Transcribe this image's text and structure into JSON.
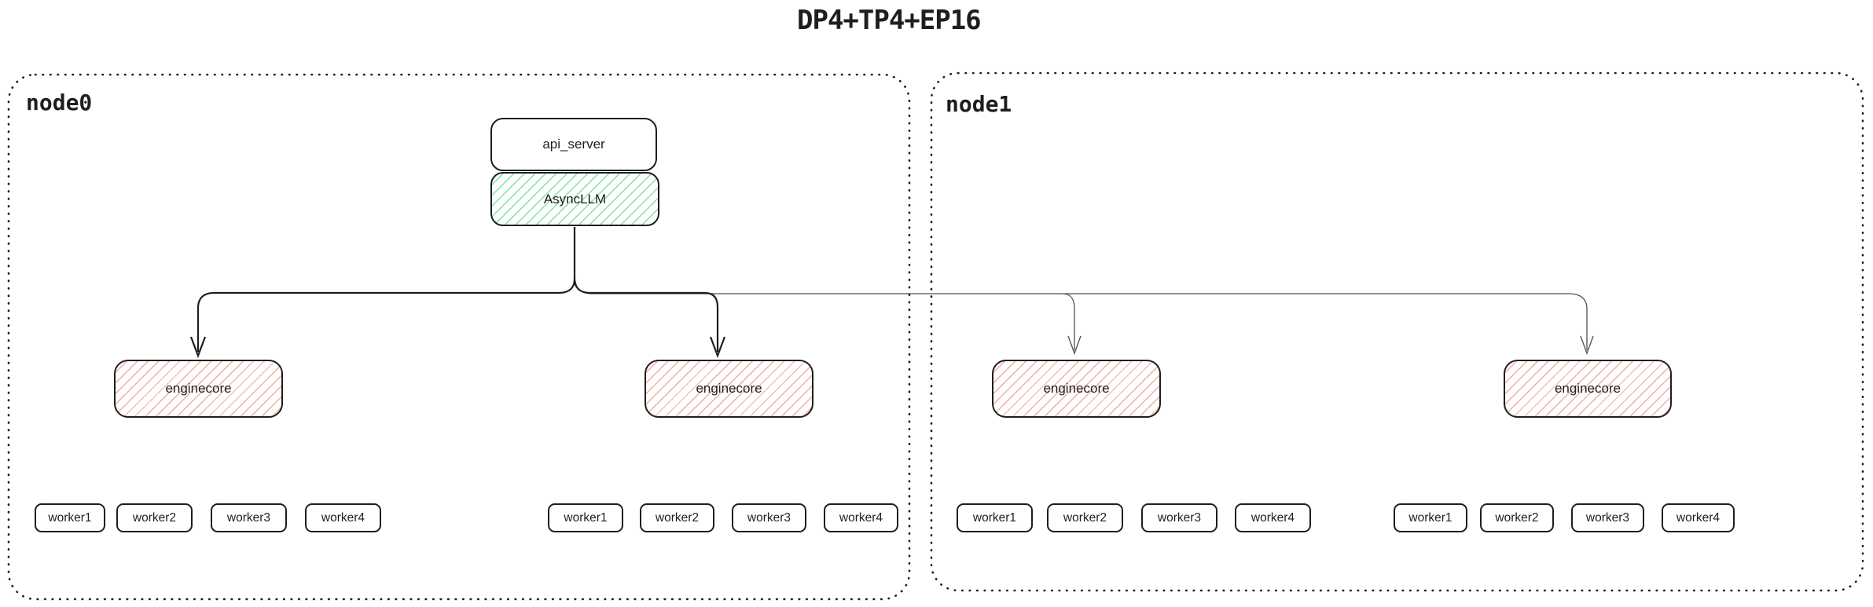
{
  "title": "DP4+TP4+EP16",
  "nodes": [
    {
      "label": "node0"
    },
    {
      "label": "node1"
    }
  ],
  "api_server": {
    "label": "api_server"
  },
  "asyncllm": {
    "label": "AsyncLLM"
  },
  "enginecores": [
    "enginecore",
    "enginecore",
    "enginecore",
    "enginecore"
  ],
  "worker_groups": [
    [
      "worker1",
      "worker2",
      "worker3",
      "worker4"
    ],
    [
      "worker1",
      "worker2",
      "worker3",
      "worker4"
    ],
    [
      "worker1",
      "worker2",
      "worker3",
      "worker4"
    ],
    [
      "worker1",
      "worker2",
      "worker3",
      "worker4"
    ]
  ],
  "colors": {
    "stroke": "#1e1e1e",
    "thin_stroke": "#4d4d4d",
    "green_hatch": "#7de3a8",
    "pink_hatch": "#f5aba3",
    "background": "#ffffff"
  }
}
